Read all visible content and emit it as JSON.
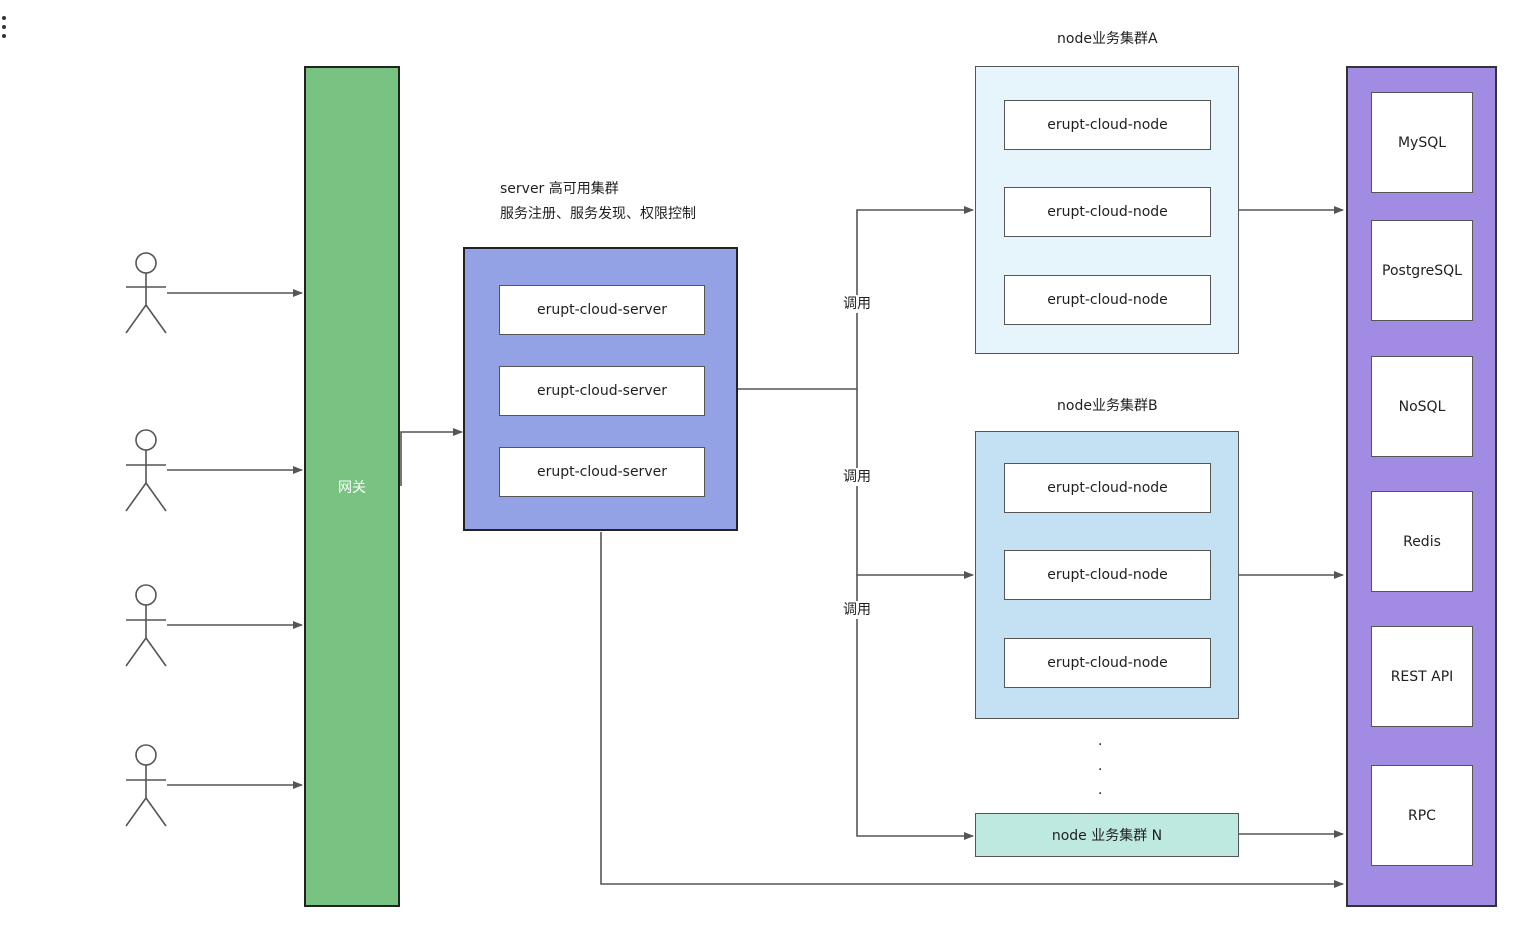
{
  "gateway": {
    "label": "网关",
    "color": "#78c381"
  },
  "server_cluster": {
    "title_line1": "server 高可用集群",
    "title_line2": "服务注册、服务发现、权限控制",
    "color": "#93a2e4",
    "nodes": [
      "erupt-cloud-server",
      "erupt-cloud-server",
      "erupt-cloud-server"
    ]
  },
  "node_clusters": [
    {
      "title": "node业务集群A",
      "color": "#e6f4fb",
      "nodes": [
        "erupt-cloud-node",
        "erupt-cloud-node",
        "erupt-cloud-node"
      ]
    },
    {
      "title": "node业务集群B",
      "color": "#c3e1f3",
      "nodes": [
        "erupt-cloud-node",
        "erupt-cloud-node",
        "erupt-cloud-node"
      ]
    }
  ],
  "node_cluster_n": {
    "label": "node 业务集群 N",
    "color": "#bde9e1"
  },
  "call_labels": [
    "调用",
    "调用",
    "调用"
  ],
  "ellipsis": [
    ".",
    ".",
    "."
  ],
  "datasources": {
    "color": "#a28be2",
    "items": [
      "MySQL",
      "PostgreSQL",
      "NoSQL",
      "Redis",
      "REST API",
      "RPC"
    ]
  }
}
